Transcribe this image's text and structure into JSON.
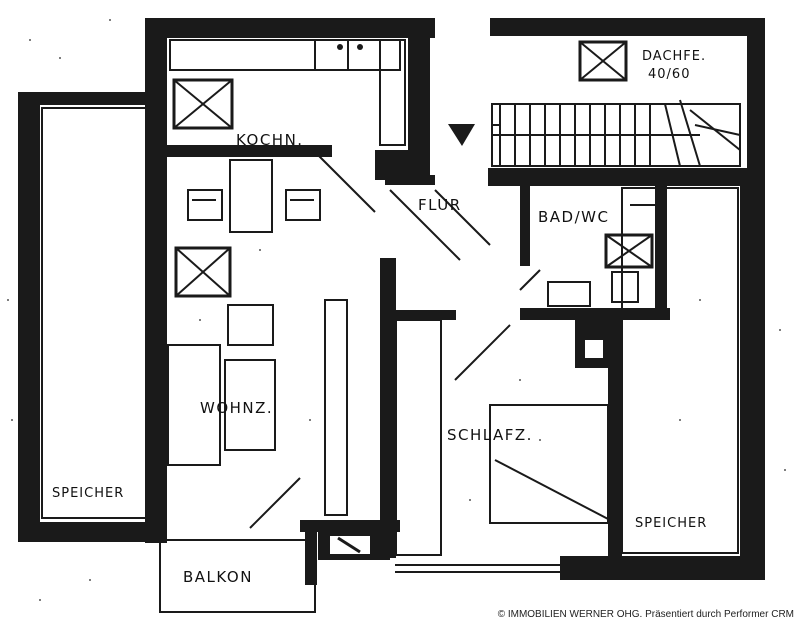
{
  "rooms": {
    "kitchen": "KOCHN.",
    "hall": "FLUR",
    "bath": "BAD/WC",
    "dormer": "DACHFE.",
    "dormer_size": "40/60",
    "living": "WOHNZ.",
    "bedroom": "SCHLAFZ.",
    "storage_left": "SPEICHER",
    "storage_right": "SPEICHER",
    "balcony": "BALKON"
  },
  "copyright": "© IMMOBILIEN WERNER OHG. Präsentiert durch Performer CRM"
}
